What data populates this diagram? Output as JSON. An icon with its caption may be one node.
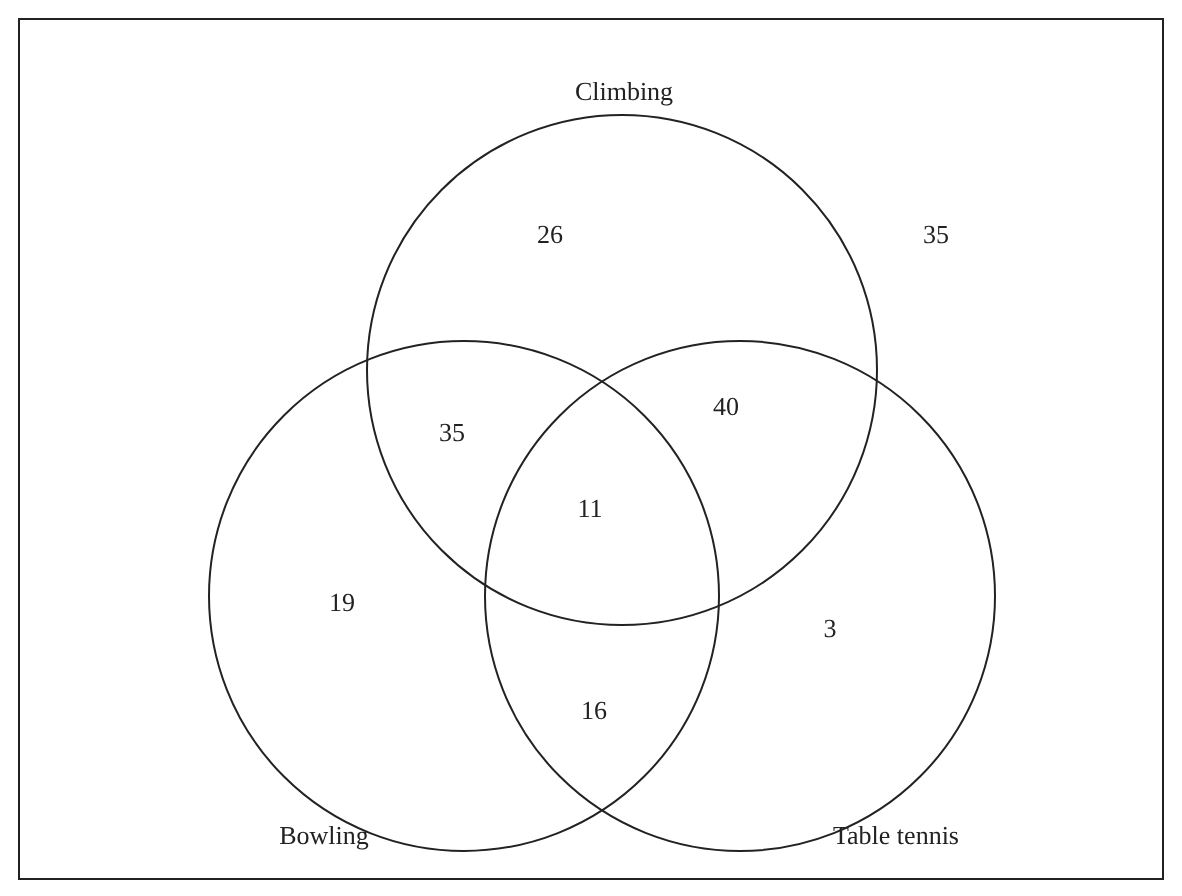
{
  "diagram": {
    "nodes": [
      {
        "text": [],
        "shape": "box"
      },
      {
        "text": [
          "Climbing"
        ],
        "in": 0
      },
      {
        "text": [
          "Bowling"
        ],
        "in": 0
      },
      {
        "text": [
          "Table tennis"
        ],
        "in": 0
      }
    ],
    "labels": [
      "26",
      "35",
      "35",
      "40",
      "11",
      "19",
      "3",
      "16"
    ]
  }
}
